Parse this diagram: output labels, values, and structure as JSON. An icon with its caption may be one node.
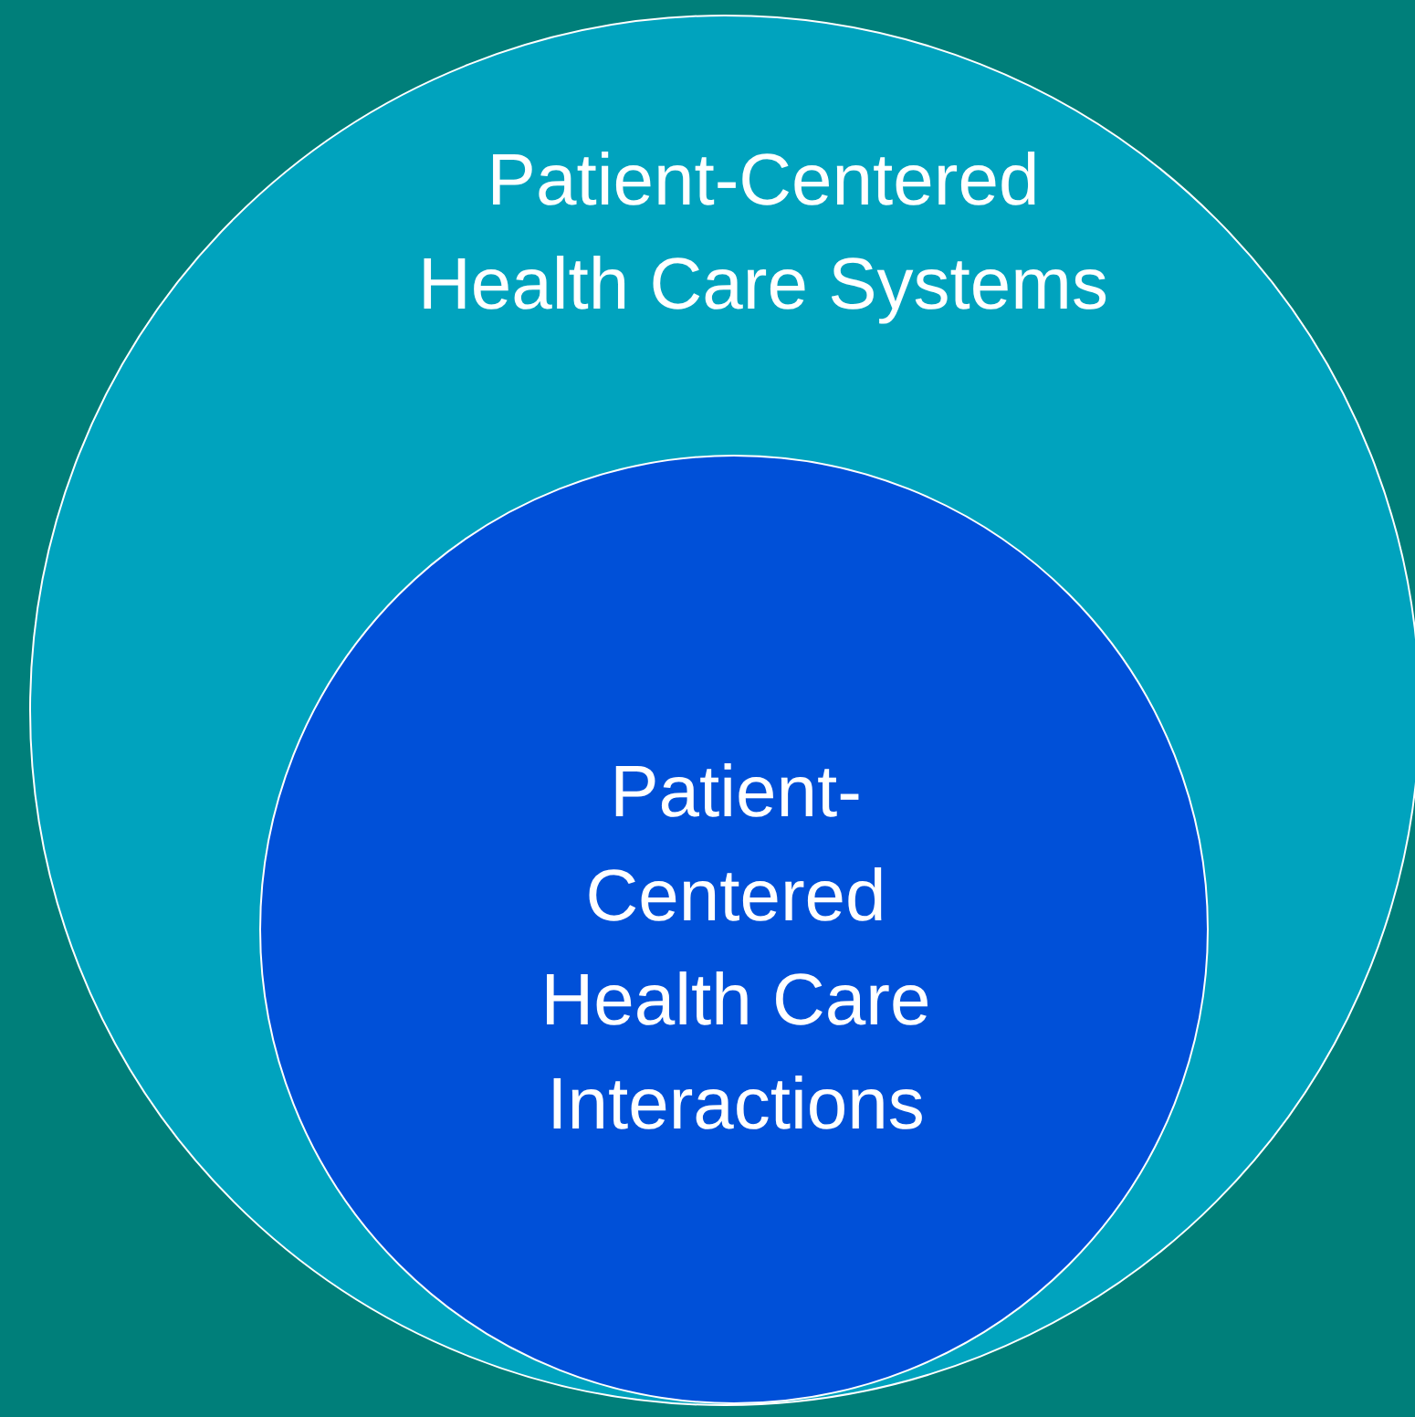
{
  "diagram": {
    "nodes": [
      {
        "text": [
          "Patient-Centered Health Care Systems"
        ]
      },
      {
        "text": [
          "Patient-Centered Health Care Interactions"
        ],
        "in": 0
      }
    ]
  }
}
